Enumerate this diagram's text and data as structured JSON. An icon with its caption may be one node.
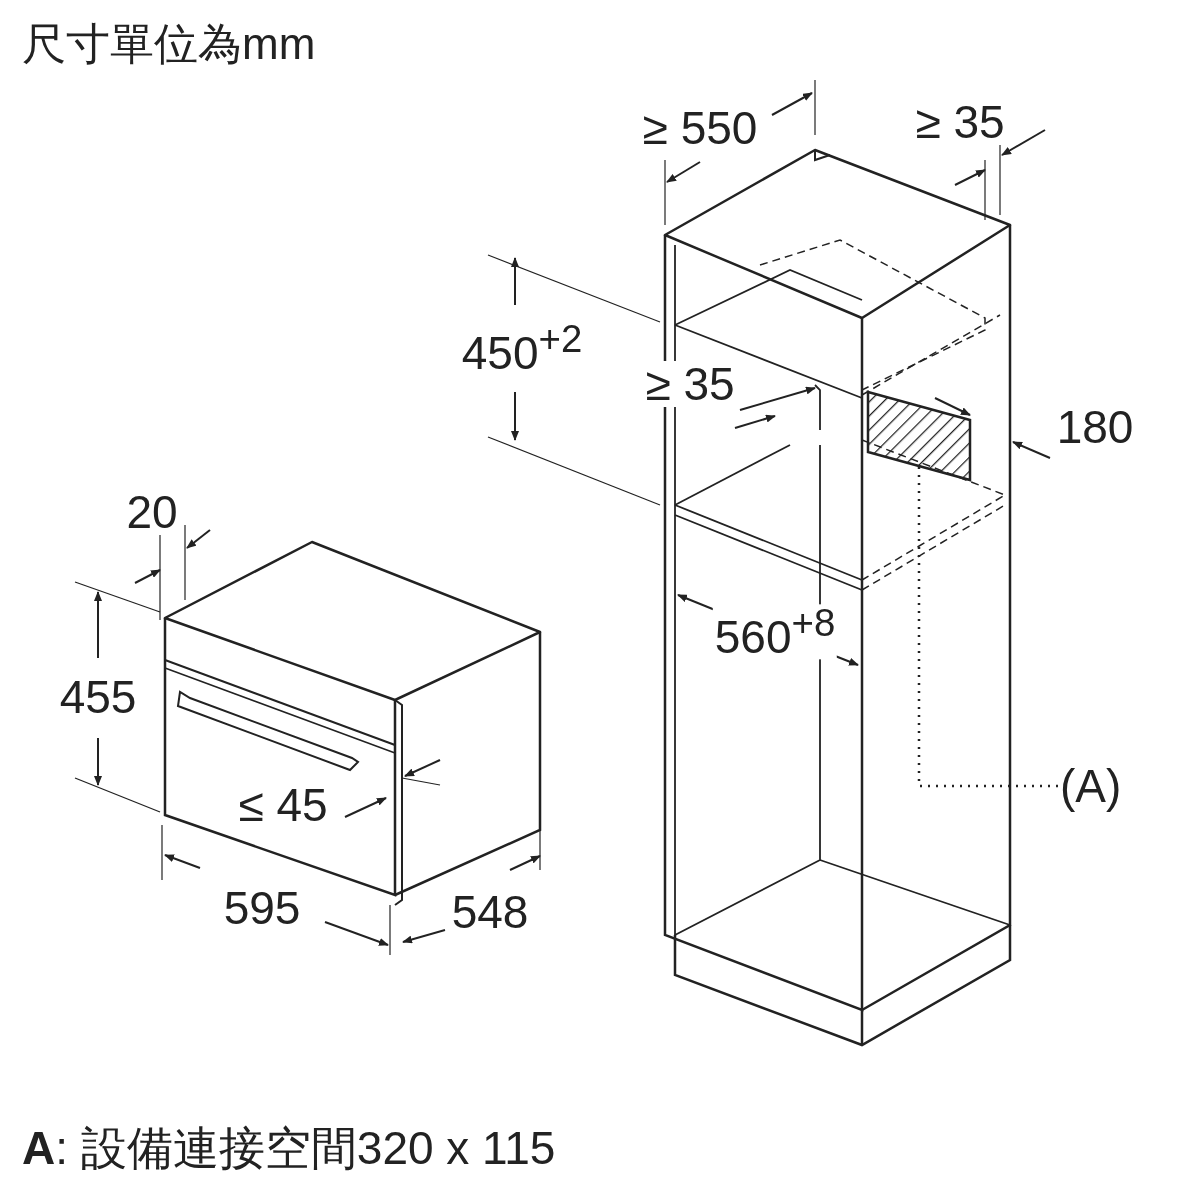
{
  "diagram": {
    "title": "尺寸單位為mm",
    "caption": "**A**: 設備連接空間320 x 115",
    "nodes": [
      {
        "text": [
          "(A)"
        ]
      },
      {
        "text": [],
        "shape": "box"
      }
    ],
    "edges": [
      {
        "from": 0,
        "to": 1,
        "arrow": "none",
        "style": "dashed"
      }
    ],
    "labels": [
      "≥ 550",
      "≥ 35",
      "450$^{+2}$",
      "≥ 35",
      "180",
      "20",
      "560$^{+8}$",
      "455",
      "≤ 45",
      "595",
      "548"
    ]
  }
}
